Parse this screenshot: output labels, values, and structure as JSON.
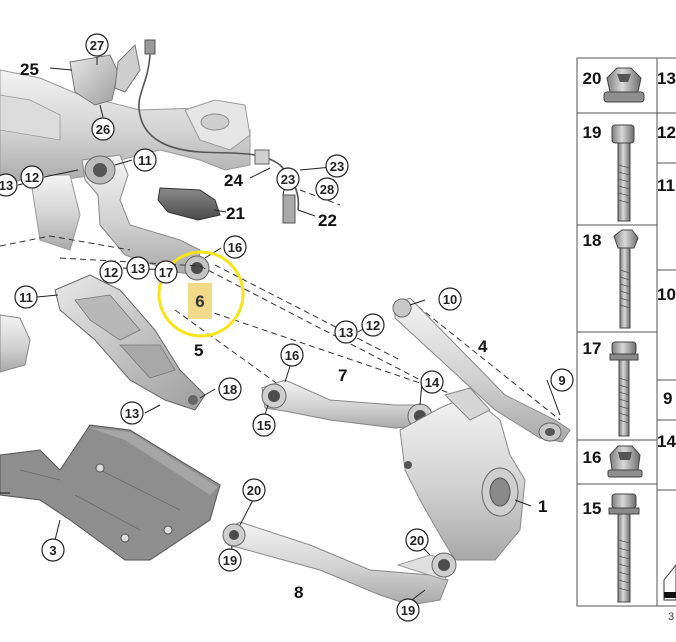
{
  "diagram": {
    "callouts": {
      "c27": "27",
      "c25": "25",
      "c26": "26",
      "c11a": "11",
      "c12a": "12",
      "c13a": "13",
      "c23a": "23",
      "c24": "24",
      "c23b": "23",
      "c28": "28",
      "c22": "22",
      "c21": "21",
      "c16a": "16",
      "c13b": "13",
      "c12b": "12",
      "c17": "17",
      "c6": "6",
      "c11b": "11",
      "c5": "5",
      "c18": "18",
      "c13c": "13",
      "c10": "10",
      "c13d": "13",
      "c12c": "12",
      "c4": "4",
      "c16b": "16",
      "c7": "7",
      "c14": "14",
      "c15": "15",
      "c9": "9",
      "c3": "3",
      "c20a": "20",
      "c19a": "19",
      "c8": "8",
      "c20b": "20",
      "c19b": "19",
      "c1": "1"
    },
    "highlight_color": "#f5e51a",
    "label_fill": "#f3d98a"
  },
  "parts_panel": {
    "left_column": [
      "20",
      "19",
      "18",
      "17",
      "16",
      "15"
    ],
    "right_column": [
      "13",
      "12",
      "11",
      "10",
      "9",
      "14"
    ],
    "footer_mark": "3"
  }
}
